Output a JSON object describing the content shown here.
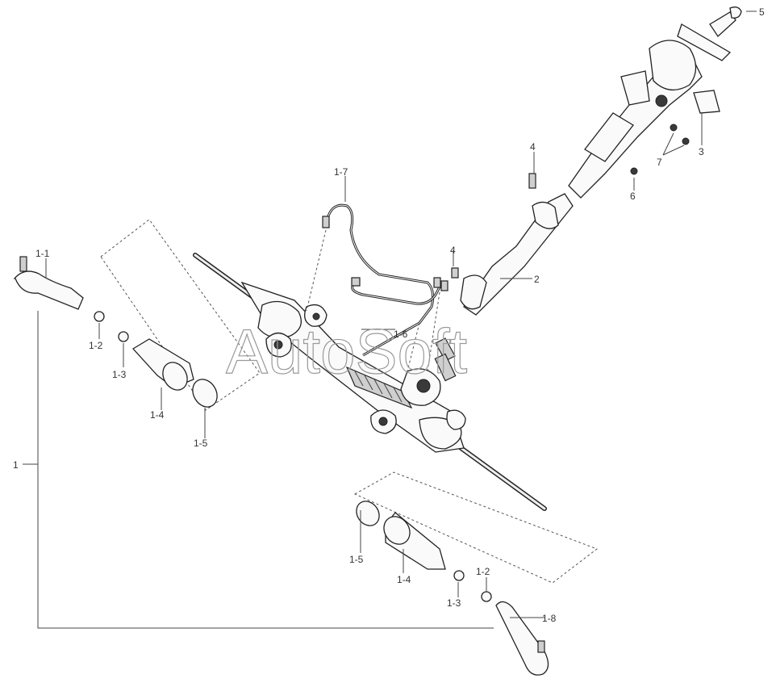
{
  "watermark": "AutoSoft",
  "labels": {
    "l1": "1",
    "l1_1": "1-1",
    "l1_2a": "1-2",
    "l1_3a": "1-3",
    "l1_4a": "1-4",
    "l1_5a": "1-5",
    "l1_6": "1-6",
    "l1_7": "1-7",
    "l1_5b": "1-5",
    "l1_4b": "1-4",
    "l1_3b": "1-3",
    "l1_2b": "1-2",
    "l1_8": "1-8",
    "l2": "2",
    "l3": "3",
    "l4a": "4",
    "l4b": "4",
    "l5": "5",
    "l6": "6",
    "l7": "7"
  }
}
